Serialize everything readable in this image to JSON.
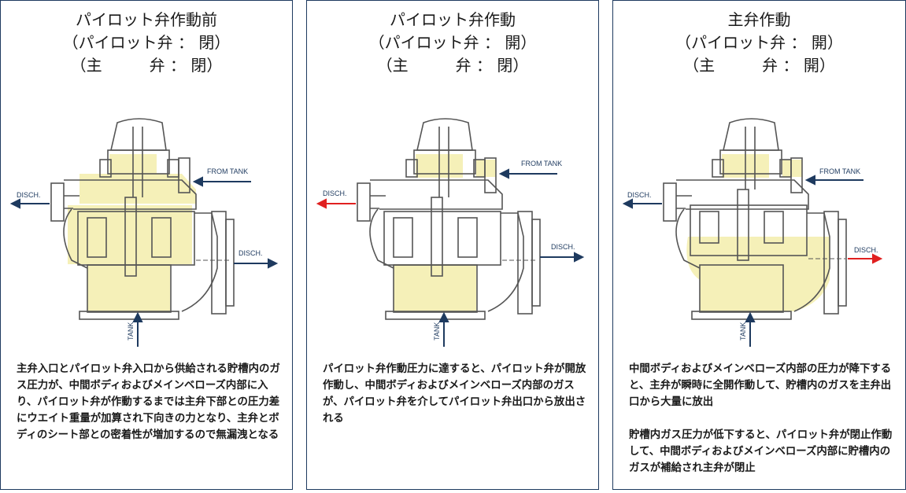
{
  "panels": [
    {
      "title_lines": [
        "パイロット弁作動前",
        "（パイロット弁 ： 閉）",
        "（主　　　弁 ： 閉）"
      ],
      "labels": {
        "from_tank": "FROM TANK",
        "disch_left": "DISCH.",
        "disch_right": "DISCH.",
        "tank": "TANK"
      },
      "desc": [
        "主弁入口とパイロット弁入口から供給される貯槽内のガス圧力が、中間ボディおよびメインベローズ内部に入り、パイロット弁が作動するまでは主弁下部との圧力差にウエイト重量が加算され下向きの力となり、主弁とボディのシート部との密着性が増加するので無漏洩となる"
      ]
    },
    {
      "title_lines": [
        "パイロット弁作動",
        "（パイロット弁 ： 開）",
        "（主　　　弁 ： 閉）"
      ],
      "labels": {
        "from_tank": "FROM TANK",
        "disch_left": "DISCH.",
        "disch_right": "DISCH.",
        "tank": "TANK"
      },
      "desc": [
        "パイロット弁作動圧力に達すると、パイロット弁が開放作動し、中間ボディおよびメインベローズ内部のガスが、パイロット弁を介してパイロット弁出口から放出される"
      ]
    },
    {
      "title_lines": [
        "主弁作動",
        "（パイロット弁 ： 開）",
        "（主　　　弁 ： 開）"
      ],
      "labels": {
        "from_tank": "FROM TANK",
        "disch_left": "DISCH.",
        "disch_right": "DISCH.",
        "tank": "TANK"
      },
      "desc": [
        "中間ボディおよびメインベローズ内部の圧力が降下すると、主弁が瞬時に全開作動して、貯槽内のガスを主弁出口から大量に放出",
        "貯槽内ガス圧力が低下すると、パイロット弁が閉止作動して、中間ボディおよびメインベローズ内部に貯槽内のガスが補給され主弁が閉止"
      ]
    }
  ],
  "colors": {
    "border": "#1e3a5f",
    "fill": "#f5f0b8",
    "arrow": "#1e3a5f",
    "arrow_active": "#e02020"
  }
}
